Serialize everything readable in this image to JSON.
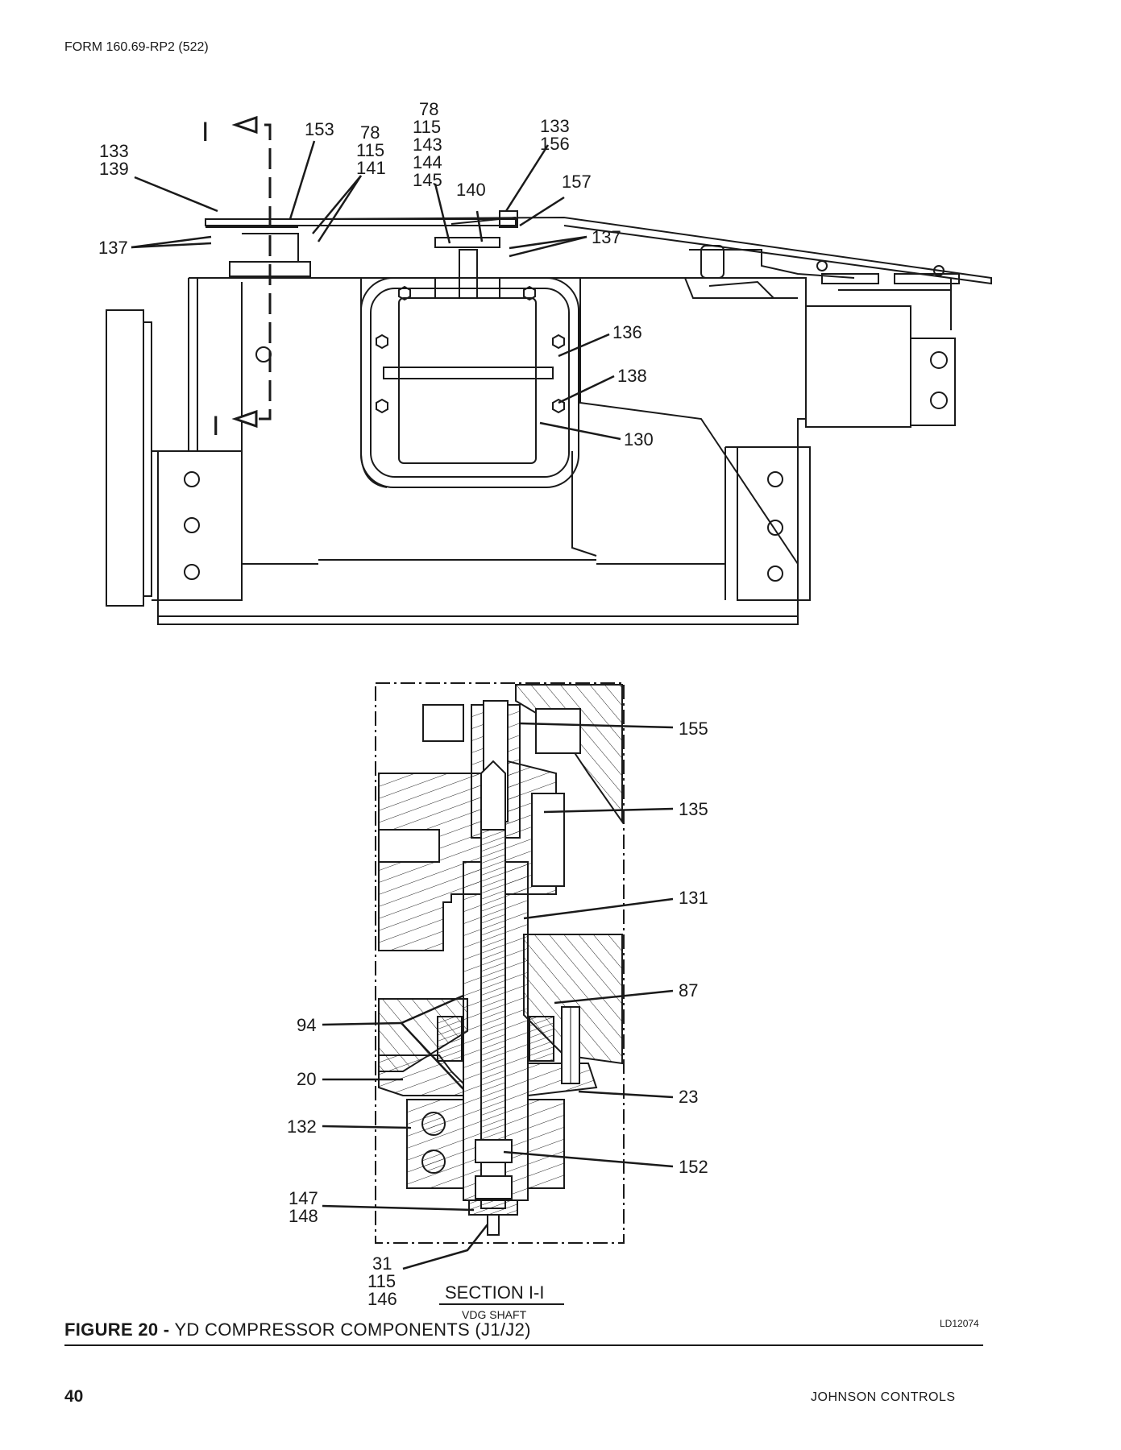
{
  "header": {
    "form_id": "FORM 160.69-RP2 (522)"
  },
  "top_view": {
    "section_mark_top": "I",
    "section_mark_bottom": "I",
    "callouts": [
      {
        "lines": [
          "133",
          "139"
        ]
      },
      {
        "lines": [
          "137"
        ]
      },
      {
        "lines": [
          "153"
        ]
      },
      {
        "lines": [
          "78",
          "115",
          "141"
        ]
      },
      {
        "lines": [
          "78",
          "115",
          "143",
          "144",
          "145"
        ]
      },
      {
        "lines": [
          "140"
        ]
      },
      {
        "lines": [
          "133",
          "156"
        ]
      },
      {
        "lines": [
          "157"
        ]
      },
      {
        "lines": [
          "137"
        ]
      },
      {
        "lines": [
          "136"
        ]
      },
      {
        "lines": [
          "138"
        ]
      },
      {
        "lines": [
          "130"
        ]
      }
    ]
  },
  "section_view": {
    "title": "SECTION I-I",
    "subtitle": "VDG SHAFT",
    "callouts": [
      {
        "lines": [
          "155"
        ]
      },
      {
        "lines": [
          "135"
        ]
      },
      {
        "lines": [
          "131"
        ]
      },
      {
        "lines": [
          "87"
        ]
      },
      {
        "lines": [
          "94"
        ]
      },
      {
        "lines": [
          "20"
        ]
      },
      {
        "lines": [
          "23"
        ]
      },
      {
        "lines": [
          "132"
        ]
      },
      {
        "lines": [
          "152"
        ]
      },
      {
        "lines": [
          "147",
          "148"
        ]
      },
      {
        "lines": [
          "31",
          "115",
          "146"
        ]
      }
    ]
  },
  "caption": {
    "figure": "FIGURE 20 -",
    "title": "YD COMPRESSOR COMPONENTS (J1/J2)"
  },
  "drawing_id": "LD12074",
  "footer": {
    "page_number": "40",
    "publisher": "JOHNSON CONTROLS"
  }
}
